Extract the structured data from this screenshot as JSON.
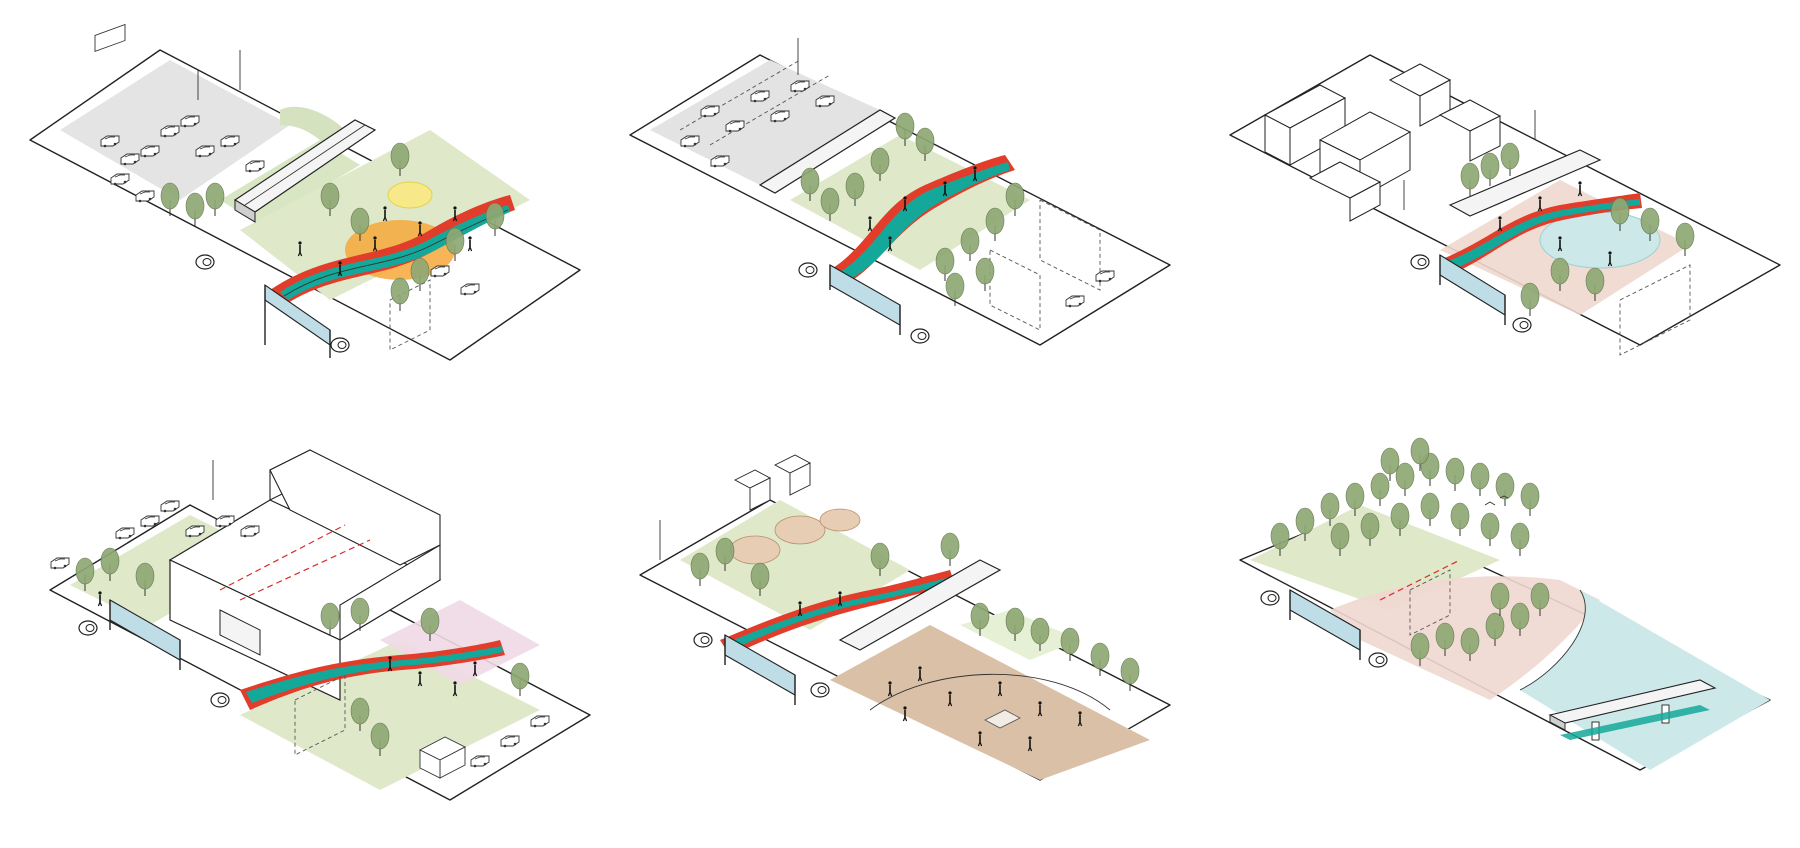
{
  "figure": {
    "layout": "grid",
    "rows": 2,
    "cols": 3
  },
  "colors": {
    "background": "#ffffff",
    "line": "#222222",
    "paving": "#e6e6e6",
    "grass": "#dfe9c9",
    "tree": "#8fa874",
    "tree_dark": "#6f8a58",
    "track_teal": "#14a89a",
    "track_orange": "#f1692a",
    "track_red": "#e23c2a",
    "plaza_yellow": "#f6a83a",
    "water": "#cde8e9",
    "clay": "#d9c0a6",
    "pink": "#efd9e6",
    "culvert_blue": "#bfdde6"
  },
  "panels": [
    {
      "id": "p1",
      "theme": "intersection",
      "icons": [
        "car-icon",
        "tree-icon",
        "person-icon",
        "traffic-light-icon"
      ]
    },
    {
      "id": "p2",
      "theme": "highway-park",
      "icons": [
        "car-icon",
        "tree-icon",
        "person-icon"
      ]
    },
    {
      "id": "p3",
      "theme": "buildings-pool",
      "icons": [
        "building-icon",
        "tree-icon",
        "person-icon"
      ]
    },
    {
      "id": "p4",
      "theme": "building-over-track",
      "icons": [
        "car-icon",
        "tree-icon",
        "truck-icon",
        "person-icon"
      ]
    },
    {
      "id": "p5",
      "theme": "sports-field",
      "icons": [
        "tree-icon",
        "person-icon",
        "playground-icon"
      ]
    },
    {
      "id": "p6",
      "theme": "river-forest",
      "icons": [
        "tree-icon",
        "bird-icon",
        "bridge-icon"
      ]
    }
  ]
}
